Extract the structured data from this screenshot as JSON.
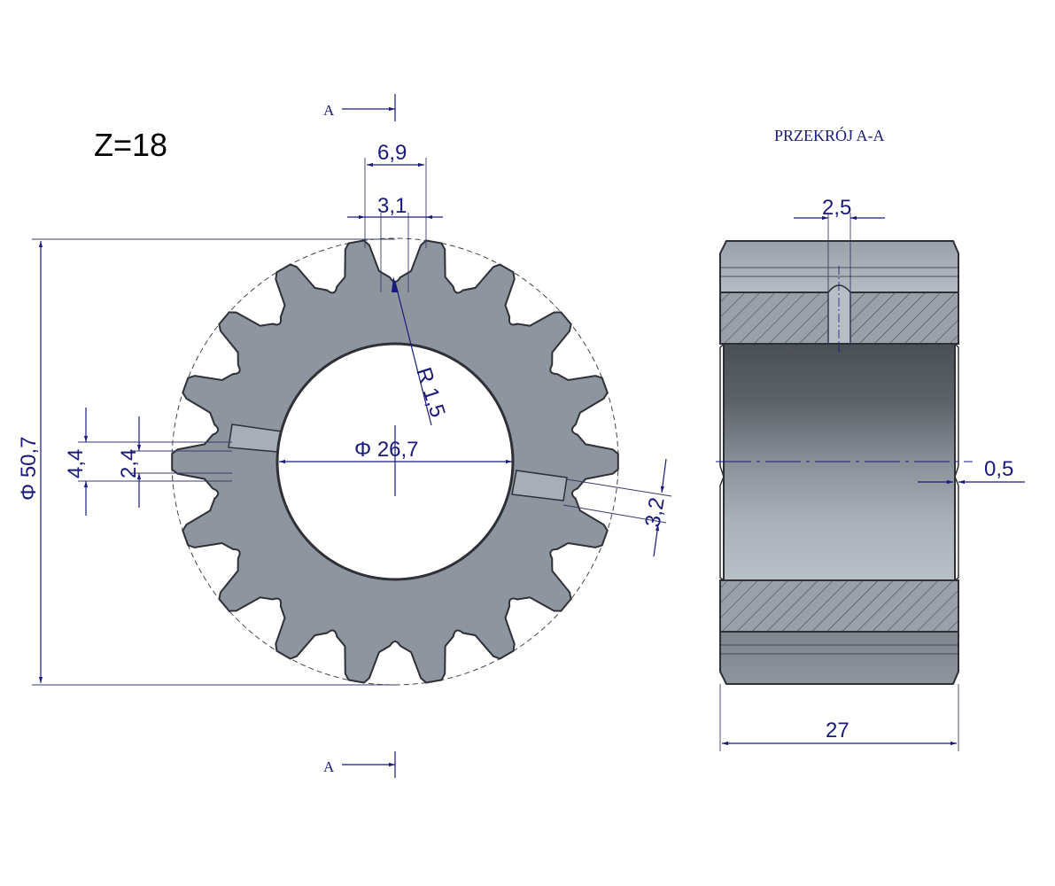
{
  "drawing": {
    "teeth_label": "Z=18",
    "section_marker": "A",
    "section_title": "PRZEKRÓJ A-A",
    "colors": {
      "dimension": "#1a1a7a",
      "part_fill": "#8e959f",
      "part_edge": "#2e3036",
      "background": "#ffffff"
    }
  },
  "front_view": {
    "teeth_count": 18,
    "dimensions": {
      "outer_diameter": "Φ 50,7",
      "bore_diameter": "Φ 26,7",
      "root_radius": "R 1,5",
      "tooth_pitch_top": "6,9",
      "tooth_width": "3,1",
      "slot_outer": "4,4",
      "slot_inner": "2,4",
      "slot_right": "3,2"
    }
  },
  "section_view": {
    "dimensions": {
      "hole_width": "2,5",
      "groove_depth": "0,5",
      "width": "27"
    }
  }
}
